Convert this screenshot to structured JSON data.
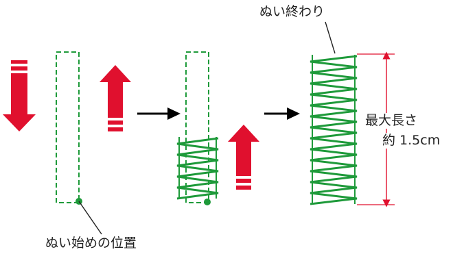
{
  "labels": {
    "start_position": "ぬい始めの位置",
    "end_of_sewing": "ぬい終わり",
    "max_length_line1": "最大長さ",
    "max_length_line2": "約 1.5cm"
  },
  "colors": {
    "stitch": "#1e9a3a",
    "arrow": "#e0102e",
    "flow_arrow": "#000000",
    "text": "#222222"
  },
  "icons": [
    "down-arrow-icon",
    "up-arrow-icon",
    "right-arrow-icon",
    "needle-point-icon",
    "dimension-arrow-icon"
  ]
}
